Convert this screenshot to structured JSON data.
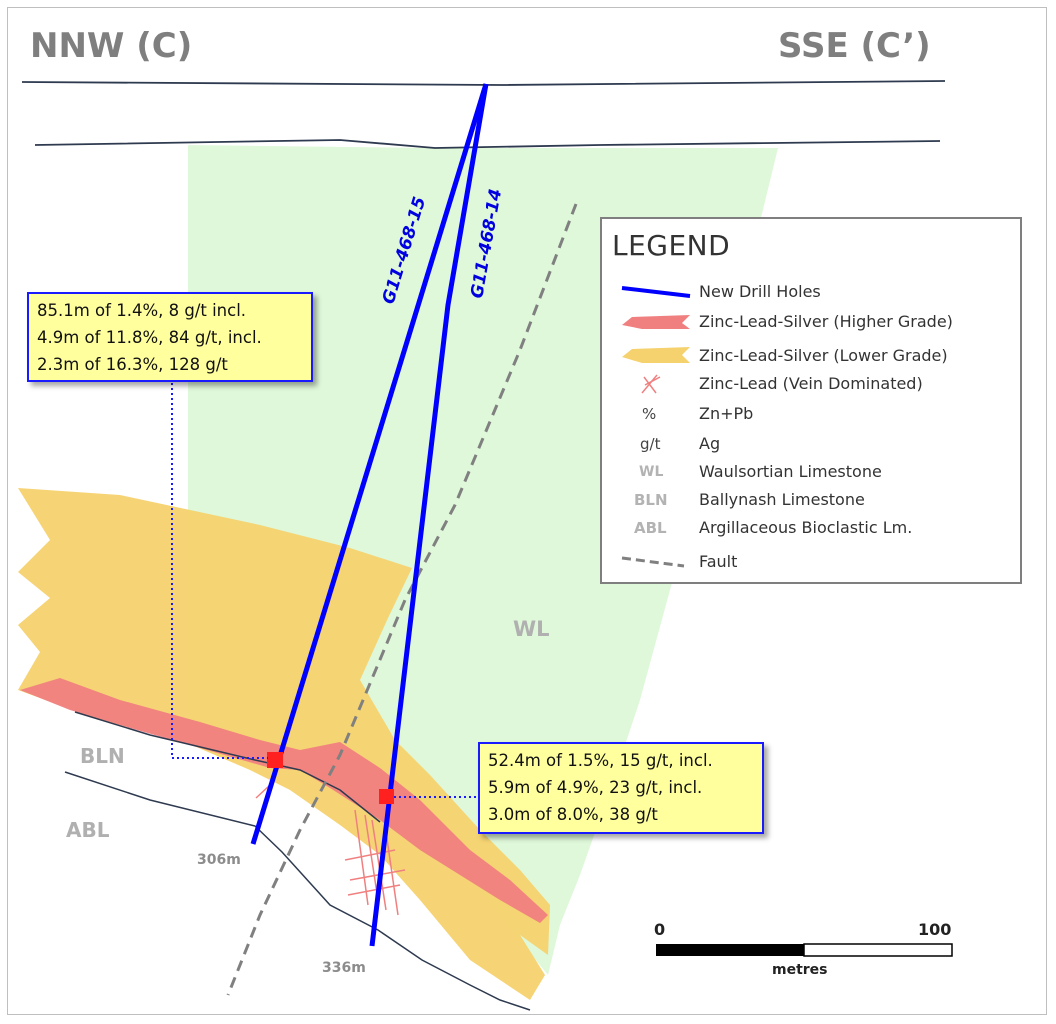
{
  "section": {
    "left_direction": "NNW (C)",
    "right_direction": "SSE (C’)"
  },
  "drill_holes": [
    {
      "id": "G11-468-15",
      "depth": "306m"
    },
    {
      "id": "G11-468-14",
      "depth": "336m"
    }
  ],
  "intercepts": [
    {
      "lines": [
        "85.1m of 1.4%, 8 g/t incl.",
        "4.9m of 11.8%, 84 g/t, incl.",
        "2.3m of 16.3%, 128 g/t"
      ]
    },
    {
      "lines": [
        "52.4m of 1.5%, 15 g/t, incl.",
        "5.9m of 4.9%, 23 g/t, incl.",
        "3.0m of 8.0%, 38 g/t"
      ]
    }
  ],
  "units": {
    "wl": "WL",
    "bln": "BLN",
    "abl": "ABL"
  },
  "legend": {
    "title": "LEGEND",
    "items": [
      {
        "symbol": "blue-line-icon",
        "text": "New Drill Holes"
      },
      {
        "symbol": "red-band-icon",
        "text": "Zinc-Lead-Silver (Higher Grade)"
      },
      {
        "symbol": "yellow-band-icon",
        "text": "Zinc-Lead-Silver (Lower Grade)"
      },
      {
        "symbol": "red-veins-icon",
        "text": "Zinc-Lead (Vein Dominated)"
      },
      {
        "symbol": "%",
        "text": "Zn+Pb"
      },
      {
        "symbol": "g/t",
        "text": "Ag"
      },
      {
        "symbol": "WL",
        "text": "Waulsortian Limestone"
      },
      {
        "symbol": "BLN",
        "text": "Ballynash Limestone"
      },
      {
        "symbol": "ABL",
        "text": "Argillaceous Bioclastic Lm."
      },
      {
        "symbol": "dashed-line-icon",
        "text": "Fault"
      }
    ]
  },
  "scale_bar": {
    "min": "0",
    "max": "100",
    "unit": "metres"
  },
  "colors": {
    "drill_hole": "#0000ff",
    "higher_grade": "#f08080",
    "lower_grade": "#f5d26e",
    "waulsortian": "#d9f7d4",
    "fault": "#808080",
    "callout_bg": "#ffff9e"
  }
}
